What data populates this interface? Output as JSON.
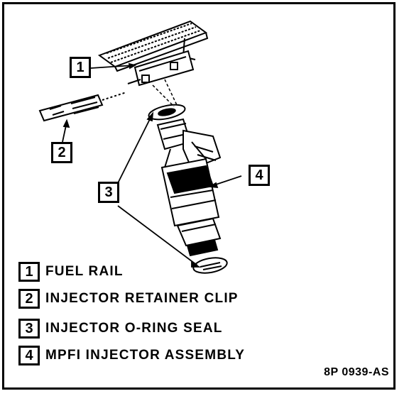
{
  "callouts": {
    "c1": "1",
    "c2": "2",
    "c3": "3",
    "c4": "4"
  },
  "legend": [
    {
      "num": "1",
      "label": "FUEL RAIL"
    },
    {
      "num": "2",
      "label": "INJECTOR RETAINER CLIP"
    },
    {
      "num": "3",
      "label": "INJECTOR O-RING SEAL"
    },
    {
      "num": "4",
      "label": "MPFI INJECTOR ASSEMBLY"
    }
  ],
  "figure_code": "8P 0939-AS"
}
